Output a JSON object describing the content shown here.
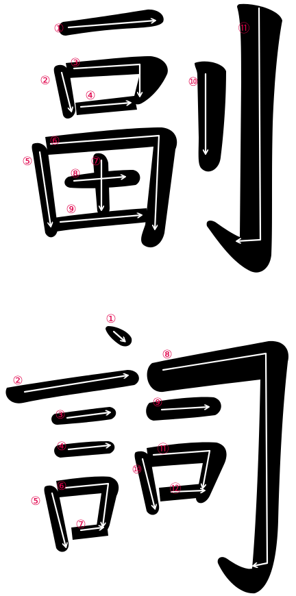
{
  "characters": [
    {
      "id": "fuku",
      "glyph": "副",
      "stroke_count": 11,
      "stroke_labels": [
        "①",
        "②",
        "③",
        "④",
        "⑤",
        "⑥",
        "⑦",
        "⑧",
        "⑨",
        "⑩",
        "⑪"
      ]
    },
    {
      "id": "shi",
      "glyph": "詞",
      "stroke_count": 12,
      "stroke_labels": [
        "①",
        "②",
        "③",
        "④",
        "⑤",
        "⑥",
        "⑦",
        "⑧",
        "⑨",
        "⑩",
        "⑪",
        "⑫"
      ]
    }
  ],
  "colors": {
    "ink": "#000000",
    "guide_arrow": "#ffffff",
    "label": "#e0004a",
    "background": "#ffffff"
  }
}
